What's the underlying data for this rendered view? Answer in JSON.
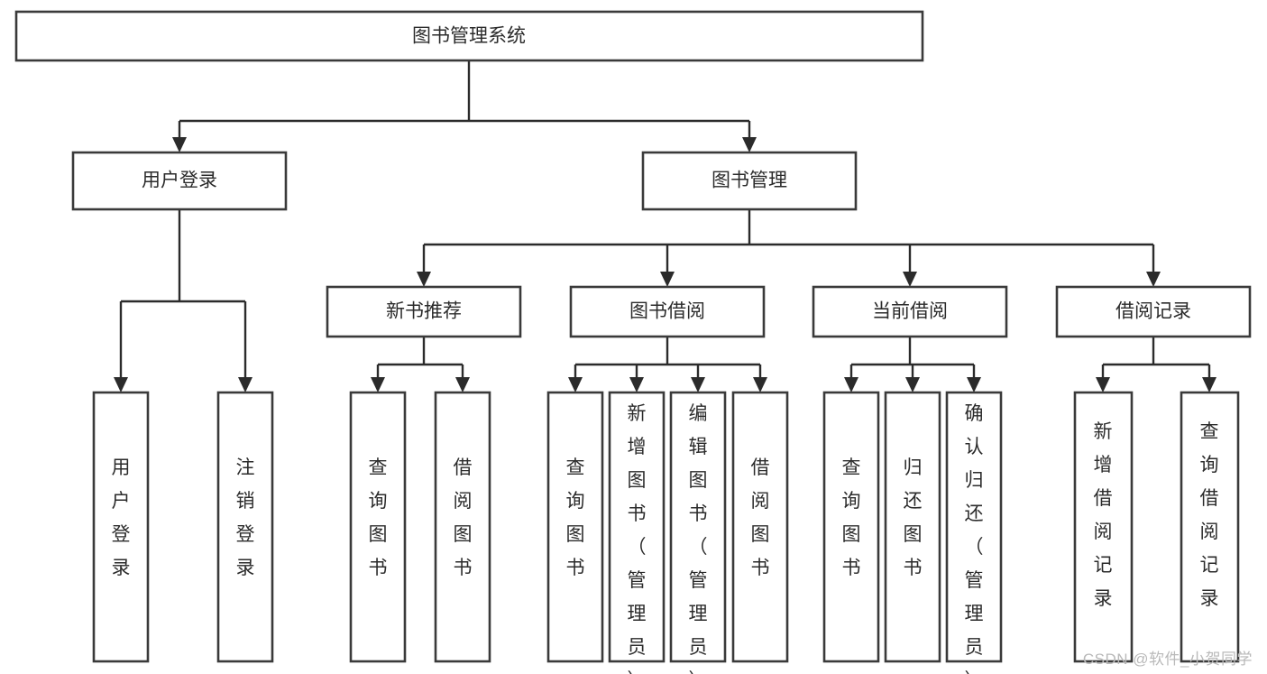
{
  "diagram": {
    "title": "图书管理系统",
    "type": "tree-hierarchy-chart",
    "root": {
      "id": "root",
      "label": "图书管理系统"
    },
    "level2": [
      {
        "id": "user-login",
        "label": "用户登录"
      },
      {
        "id": "book-management",
        "label": "图书管理"
      }
    ],
    "level3": [
      {
        "id": "new-book-recommend",
        "label": "新书推荐",
        "parent": "book-management"
      },
      {
        "id": "book-borrow",
        "label": "图书借阅",
        "parent": "book-management"
      },
      {
        "id": "current-borrow",
        "label": "当前借阅",
        "parent": "book-management"
      },
      {
        "id": "borrow-record",
        "label": "借阅记录",
        "parent": "book-management"
      }
    ],
    "leaves": {
      "user-login": [
        {
          "id": "leaf-user-login",
          "label": "用户登录"
        },
        {
          "id": "leaf-logout-login",
          "label": "注销登录"
        }
      ],
      "new-book-recommend": [
        {
          "id": "leaf-query-book-1",
          "label": "查询图书"
        },
        {
          "id": "leaf-borrow-book-1",
          "label": "借阅图书"
        }
      ],
      "book-borrow": [
        {
          "id": "leaf-query-book-2",
          "label": "查询图书"
        },
        {
          "id": "leaf-add-book-admin",
          "label": "新增图书（管理员）"
        },
        {
          "id": "leaf-edit-book-admin",
          "label": "编辑图书（管理员）"
        },
        {
          "id": "leaf-borrow-book-2",
          "label": "借阅图书"
        }
      ],
      "current-borrow": [
        {
          "id": "leaf-query-book-3",
          "label": "查询图书"
        },
        {
          "id": "leaf-return-book",
          "label": "归还图书"
        },
        {
          "id": "leaf-confirm-return-admin",
          "label": "确认归还（管理员）"
        }
      ],
      "borrow-record": [
        {
          "id": "leaf-add-borrow-record",
          "label": "新增借阅记录"
        },
        {
          "id": "leaf-query-borrow-record",
          "label": "查询借阅记录"
        }
      ]
    }
  },
  "watermark": {
    "text": "CSDN @软件_小贺同学"
  },
  "colors": {
    "box_stroke": "#3a3a3a",
    "connector": "#2b2b2b",
    "text": "#2b2b2b",
    "background": "#ffffff",
    "watermark": "#b9b9b9"
  }
}
